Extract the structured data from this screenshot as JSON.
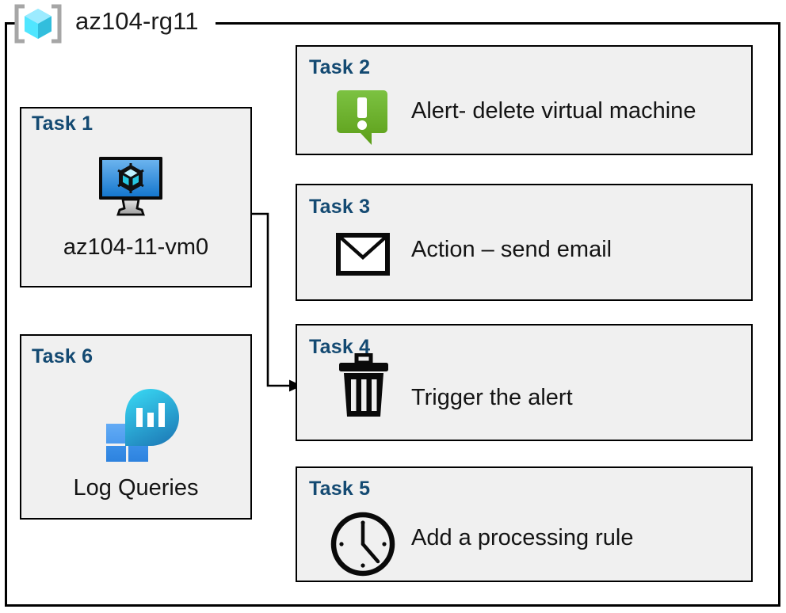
{
  "resource_group": {
    "name": "az104-rg11",
    "icon": "resource-group-cube-icon",
    "frame_color": "#000000"
  },
  "theme": {
    "task_label_color": "#144A72",
    "task_box_fill": "#F0F0F0",
    "task_box_border": "#000000",
    "body_text_color": "#141414",
    "alert_green": "#76BC21",
    "vm_blue": "#2E8BDE",
    "log_cyan": "#32C8E6",
    "log_blue": "#2C8CE0"
  },
  "tasks": [
    {
      "id": "task1",
      "label": "Task 1",
      "text": "az104-11-vm0",
      "icon": "virtual-machine-icon",
      "column": "left"
    },
    {
      "id": "task2",
      "label": "Task 2",
      "text": "Alert- delete virtual machine",
      "icon": "alert-bubble-icon",
      "column": "right"
    },
    {
      "id": "task3",
      "label": "Task 3",
      "text": "Action – send email",
      "icon": "envelope-icon",
      "column": "right"
    },
    {
      "id": "task4",
      "label": "Task 4",
      "text": "Trigger the alert",
      "icon": "trash-icon",
      "column": "right"
    },
    {
      "id": "task5",
      "label": "Task 5",
      "text": "Add a processing rule",
      "icon": "clock-icon",
      "column": "right"
    },
    {
      "id": "task6",
      "label": "Task 6",
      "text": "Log Queries",
      "icon": "log-analytics-icon",
      "column": "left"
    }
  ],
  "connectors": [
    {
      "id": "vm-to-task4",
      "from": "task1-vm-icon",
      "to": "task4-box",
      "style": "orthogonal-arrow",
      "color": "#000000"
    }
  ]
}
